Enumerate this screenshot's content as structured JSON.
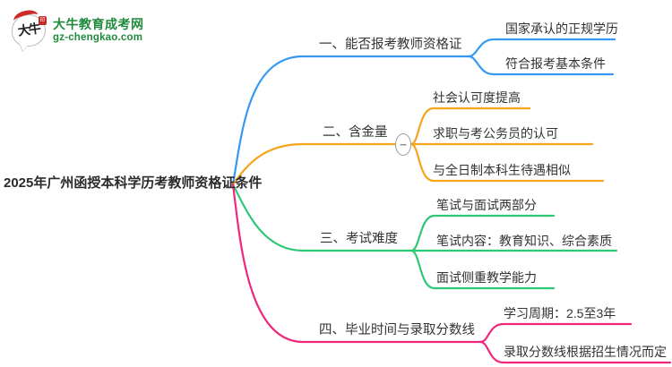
{
  "logo": {
    "icon_text": "大牛",
    "seal_text": "印",
    "title": "大牛教育成考网",
    "domain": "gz-chengkao.com",
    "brand_color": "#1f8a3d"
  },
  "central_topic": "2025年广州函授本科学历考教师资格证条件",
  "collapse_toggle_glyph": "−",
  "branches": [
    {
      "label": "一、能否报考教师资格证",
      "color": "#3598f2",
      "children": [
        "国家承认的正规学历",
        "符合报考基本条件"
      ]
    },
    {
      "label": "二、含金量",
      "color": "#f5a41b",
      "children": [
        "社会认可度提高",
        "求职与考公务员的认可",
        "与全日制本科生待遇相似"
      ]
    },
    {
      "label": "三、考试难度",
      "color": "#2cc873",
      "children": [
        "笔试与面试两部分",
        "笔试内容：教育知识、综合素质",
        "面试侧重教学能力"
      ]
    },
    {
      "label": "四、毕业时间与录取分数线",
      "color": "#f0277d",
      "children": [
        "学习周期：2.5至3年",
        "录取分数线根据招生情况而定"
      ]
    }
  ]
}
